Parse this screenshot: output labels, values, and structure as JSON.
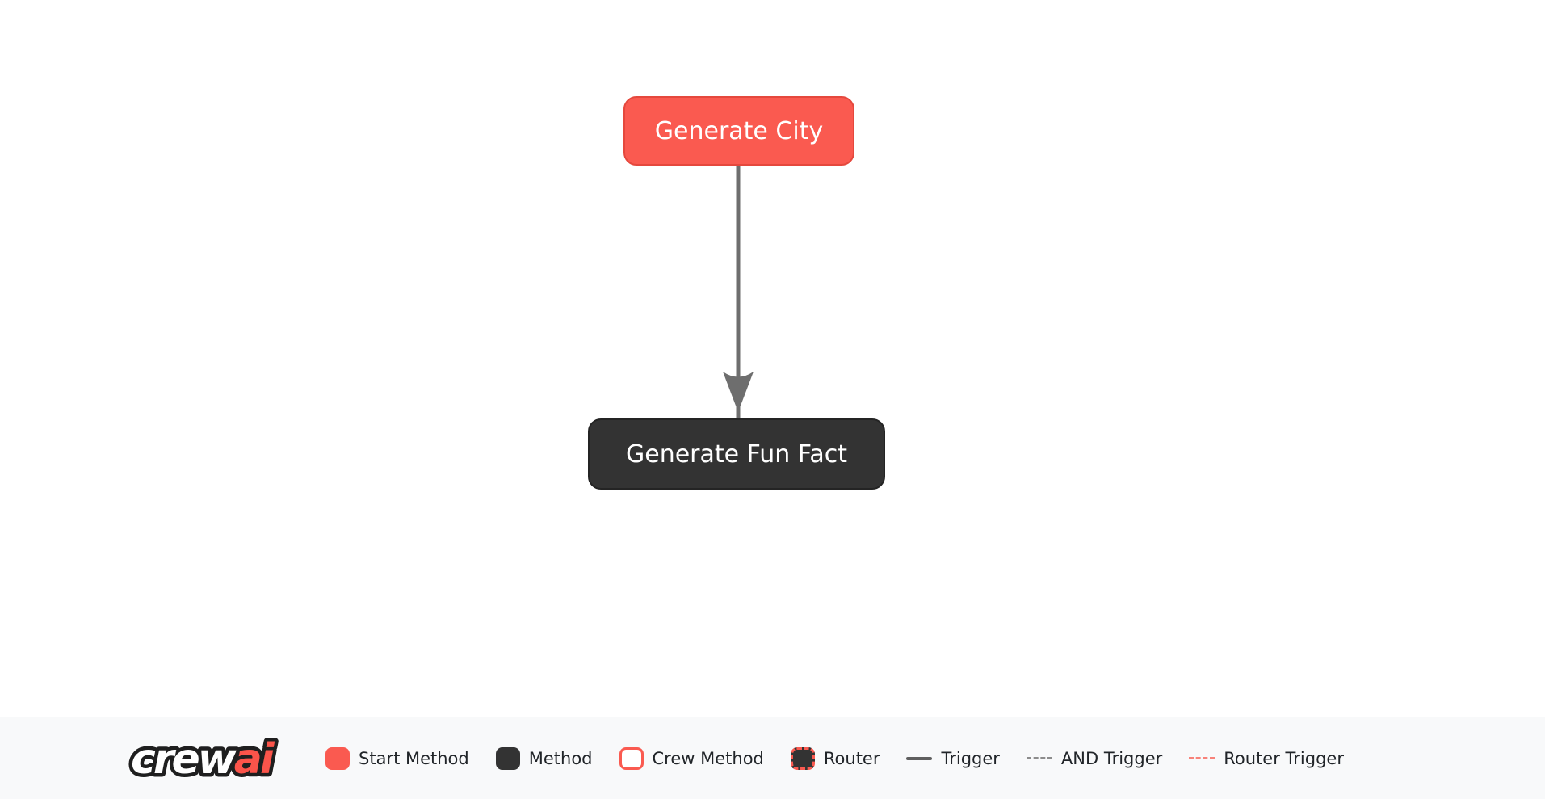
{
  "flow": {
    "nodes": [
      {
        "label": "Generate City",
        "type": "start_method",
        "fill": "#FA5A50",
        "border": "#E5483D",
        "text_color": "#FFFFFF"
      },
      {
        "label": "Generate Fun Fact",
        "type": "method",
        "fill": "#333333",
        "border": "#242424",
        "text_color": "#FFFFFF"
      }
    ],
    "edge": {
      "from": "Generate City",
      "to": "Generate Fun Fact",
      "type": "trigger",
      "color": "#6E6E6E"
    }
  },
  "footer": {
    "background": "#F8F9FA",
    "logo": {
      "text_white": "crew",
      "text_red": "ai",
      "red": "#FB544A",
      "outline": "#1F1F1F"
    },
    "legend": [
      {
        "label": "Start Method"
      },
      {
        "label": "Method"
      },
      {
        "label": "Crew Method"
      },
      {
        "label": "Router"
      },
      {
        "label": "Trigger"
      },
      {
        "label": "AND Trigger"
      },
      {
        "label": "Router Trigger"
      }
    ]
  },
  "colors": {
    "start_method": "#FA5A50",
    "method": "#333333",
    "crew_method_border": "#FA5A50",
    "router_border": "#FA5A50",
    "trigger_line": "#5F5F5F",
    "and_trigger_line": "#8C8C8C",
    "router_trigger_line": "#F8837A",
    "legend_text": "#212529",
    "canvas_background": "#FFFFFF"
  }
}
